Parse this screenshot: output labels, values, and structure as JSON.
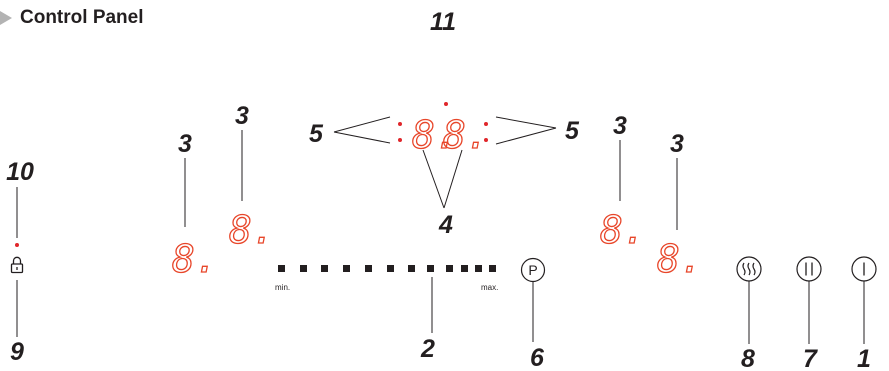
{
  "heading": {
    "text": "Control Panel"
  },
  "callouts": {
    "c1": "1",
    "c2": "2",
    "c3a": "3",
    "c3b": "3",
    "c3c": "3",
    "c3d": "3",
    "c4": "4",
    "c5a": "5",
    "c5b": "5",
    "c6": "6",
    "c7": "7",
    "c8": "8",
    "c9": "9",
    "c10": "10",
    "c11": "11"
  },
  "displays": {
    "zone_a": "8.",
    "zone_b": "8.",
    "zone_c": "8.",
    "zone_d": "8.",
    "timer_left": "8.",
    "timer_right": "8."
  },
  "slider": {
    "min_label": "min.",
    "max_label": "max.",
    "steps": 12
  },
  "buttons": {
    "power_boost": "P"
  },
  "icons": {
    "lock": "lock-icon",
    "keep_warm": "keep-warm-icon",
    "pause": "pause-icon",
    "on_off": "power-icon"
  },
  "colors": {
    "display": "#e8462a",
    "indicator": "#e0262b",
    "ink": "#231f20",
    "heading_arrow": "#b3b3b3"
  }
}
